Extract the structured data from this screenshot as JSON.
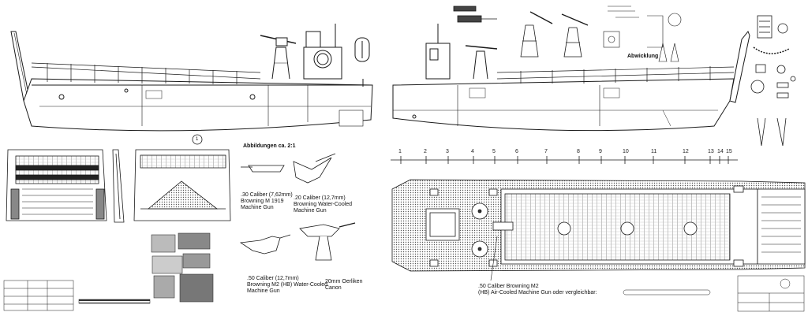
{
  "labels": {
    "scale_note": "Abbildungen ca. 2:1",
    "abwicklung": "Abwicklung",
    "gun_30_line1": ".30 Caliber (7,62mm)",
    "gun_30_line2": "Browning M 1919",
    "gun_30_line3": "Machine Gun",
    "gun_20_line1": ".20 Caliber (12,7mm)",
    "gun_20_line2": "Browning Water-Cooled",
    "gun_20_line3": "Machine Gun",
    "gun_50_line1": ".50 Caliber (12,7mm)",
    "gun_50_line2": "Browning M2 (HB) Water-Cooled",
    "gun_50_line3": "Machine Gun",
    "oerlikon_line1": "20mm Oerliken",
    "oerlikon_line2": "Canon",
    "m2_line1": ".50 Caliber Browning M2",
    "m2_line2": "(HB) Air-Cooled Machine Gun oder vergleichbar:",
    "section_marker": "1"
  },
  "scale_ticks": [
    "1",
    "2",
    "3",
    "4",
    "5",
    "6",
    "7",
    "8",
    "9",
    "10",
    "11",
    "12",
    "13",
    "14",
    "15"
  ],
  "colors": {
    "line": "#1a1a1a",
    "grey": "#9a9a9a",
    "light": "#d8d8d8"
  }
}
